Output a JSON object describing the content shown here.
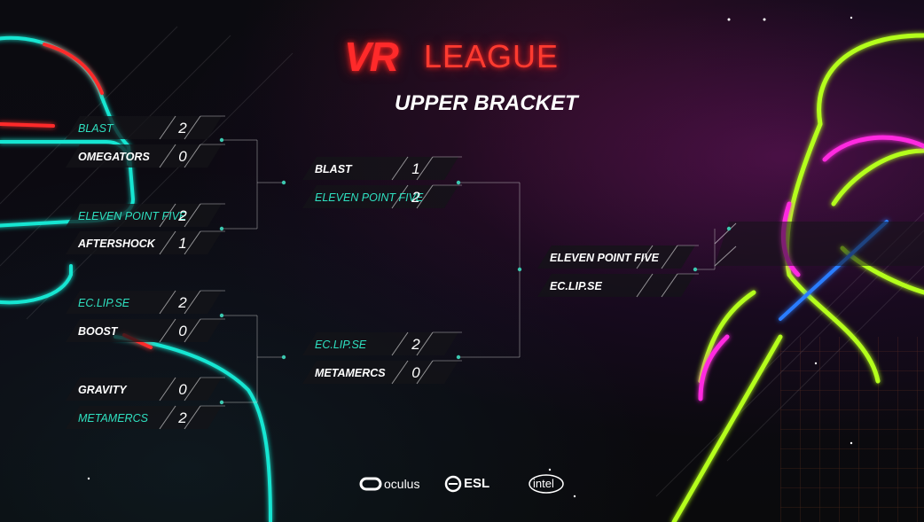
{
  "header": {
    "logo_vr": "VR",
    "logo_league": "LEAGUE",
    "title": "UPPER BRACKET"
  },
  "round1": [
    {
      "team_a": "BLAST",
      "score_a": "2",
      "team_b": "OMEGATORS",
      "score_b": "0",
      "winner": "a"
    },
    {
      "team_a": "ELEVEN POINT FIVE",
      "score_a": "2",
      "team_b": "AFTERSHOCK",
      "score_b": "1",
      "winner": "a"
    },
    {
      "team_a": "EC.LIP.SE",
      "score_a": "2",
      "team_b": "BOOST",
      "score_b": "0",
      "winner": "a"
    },
    {
      "team_a": "GRAVITY",
      "score_a": "0",
      "team_b": "METAMERCS",
      "score_b": "2",
      "winner": "b"
    }
  ],
  "round2": [
    {
      "team_a": "BLAST",
      "score_a": "1",
      "team_b": "ELEVEN POINT FIVE",
      "score_b": "2",
      "winner": "b"
    },
    {
      "team_a": "EC.LIP.SE",
      "score_a": "2",
      "team_b": "METAMERCS",
      "score_b": "0",
      "winner": "a"
    }
  ],
  "round3": [
    {
      "team_a": "ELEVEN POINT FIVE",
      "score_a": "",
      "team_b": "EC.LIP.SE",
      "score_b": ""
    }
  ],
  "sponsors": {
    "oculus": "oculus",
    "esl": "ESL",
    "intel": "intel"
  },
  "colors": {
    "winner": "#2fe0c0",
    "loser": "#ffffff",
    "connector": "#3cc8b0",
    "accent_red": "#ff2a2a"
  },
  "icons": [
    "oculus-logo-icon",
    "esl-logo-icon",
    "intel-logo-icon"
  ]
}
